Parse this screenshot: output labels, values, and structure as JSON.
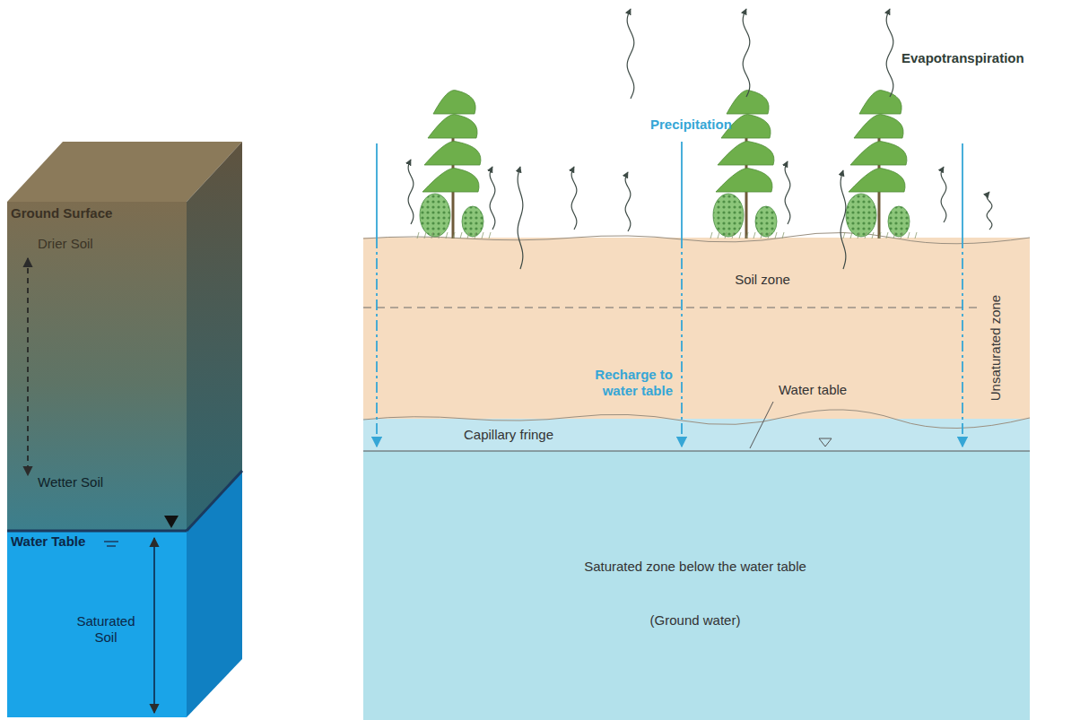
{
  "diagram": {
    "nodes": [
      {
        "text": [
          "Ground Surface",
          "Drier Soil",
          "Wetter Soil"
        ]
      },
      {
        "text": [
          "Water Table",
          "Saturated Soil"
        ]
      },
      {
        "text": [
          "Unsaturated zone"
        ]
      },
      {
        "text": [
          "Soil zone"
        ],
        "in": 2
      },
      {
        "text": [
          "Capillary fringe"
        ]
      },
      {
        "text": [
          "Saturated zone below the water table",
          "(Ground water)"
        ]
      }
    ],
    "labels": [
      "Evapotranspiration",
      "Precipitation",
      "Recharge to water table",
      "Water table"
    ]
  }
}
